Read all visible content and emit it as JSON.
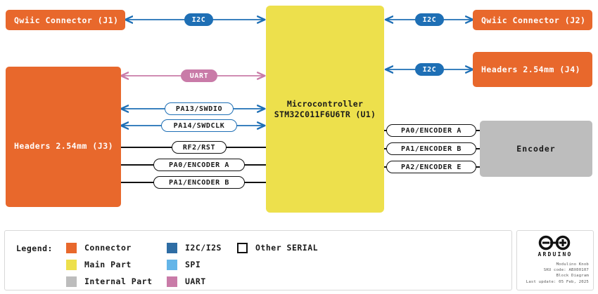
{
  "diagram": {
    "blocks": [
      {
        "id": "j1",
        "label": "Qwiic Connector (J1)",
        "kind": "connector"
      },
      {
        "id": "j3",
        "label": "Headers 2.54mm (J3)",
        "kind": "connector"
      },
      {
        "id": "u1",
        "label_line1": "Microcontroller",
        "label_line2": "STM32C011F6U6TR (U1)",
        "kind": "main"
      },
      {
        "id": "j2",
        "label": "Qwiic Connector (J2)",
        "kind": "connector"
      },
      {
        "id": "j4",
        "label": "Headers 2.54mm (J4)",
        "kind": "connector"
      },
      {
        "id": "enc",
        "label": "Encoder",
        "kind": "internal"
      }
    ],
    "signals": [
      {
        "id": "s1",
        "label": "I2C",
        "bus": "i2c",
        "from": "j1",
        "to": "u1"
      },
      {
        "id": "s2",
        "label": "I2C",
        "bus": "i2c",
        "from": "u1",
        "to": "j2"
      },
      {
        "id": "s3",
        "label": "UART",
        "bus": "uart",
        "from": "j3",
        "to": "u1"
      },
      {
        "id": "s4",
        "label": "I2C",
        "bus": "i2c",
        "from": "u1",
        "to": "j4"
      },
      {
        "id": "s5",
        "label": "PA13/SWDIO",
        "bus": "serial",
        "from": "j3",
        "to": "u1"
      },
      {
        "id": "s6",
        "label": "PA14/SWDCLK",
        "bus": "serial",
        "from": "j3",
        "to": "u1"
      },
      {
        "id": "s7",
        "label": "RF2/RST",
        "bus": "other",
        "from": "j3",
        "to": "u1"
      },
      {
        "id": "s8",
        "label": "PA0/ENCODER A",
        "bus": "other",
        "from": "j3",
        "to": "u1"
      },
      {
        "id": "s9",
        "label": "PA1/ENCODER B",
        "bus": "other",
        "from": "j3",
        "to": "u1"
      },
      {
        "id": "s10",
        "label": "PA0/ENCODER A",
        "bus": "other",
        "from": "u1",
        "to": "enc"
      },
      {
        "id": "s11",
        "label": "PA1/ENCODER B",
        "bus": "other",
        "from": "u1",
        "to": "enc"
      },
      {
        "id": "s12",
        "label": "PA2/ENCODER E",
        "bus": "other",
        "from": "u1",
        "to": "enc"
      }
    ]
  },
  "legend": {
    "title": "Legend:",
    "columns": [
      [
        {
          "label": "Connector",
          "color": "#e8682c",
          "style": "fill"
        },
        {
          "label": "Main Part",
          "color": "#ede04c",
          "style": "fill"
        },
        {
          "label": "Internal Part",
          "color": "#bdbdbd",
          "style": "fill"
        }
      ],
      [
        {
          "label": "I2C/I2S",
          "color": "#2e6da4",
          "style": "fill"
        },
        {
          "label": "SPI",
          "color": "#64b5e8",
          "style": "fill"
        },
        {
          "label": "UART",
          "color": "#c97ba8",
          "style": "fill"
        }
      ],
      [
        {
          "label": "Other SERIAL",
          "color": "#ffffff",
          "style": "outline"
        }
      ]
    ]
  },
  "brand": {
    "name": "ARDUINO",
    "meta": [
      "Modulino Knob",
      "SKU code: ABX00107",
      "Block Diagram",
      "Last update: 05 Feb, 2025"
    ]
  },
  "colors": {
    "connector": "#e8682c",
    "main": "#ede04c",
    "internal": "#bdbdbd",
    "i2c": "#1e6fb5",
    "uart": "#c97ba8",
    "other": "#111111"
  }
}
